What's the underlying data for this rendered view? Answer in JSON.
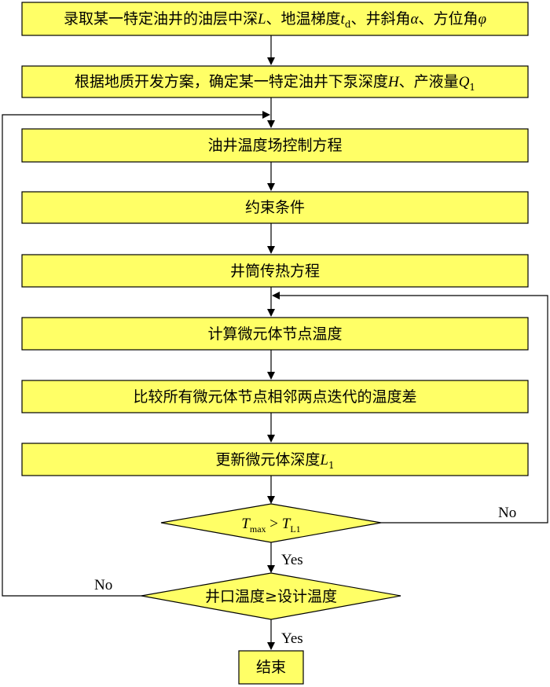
{
  "colors": {
    "fill": "#FFFF66",
    "stroke": "#000000",
    "line": "#000000"
  },
  "steps": [
    {
      "text": "录取某一特定油井的油层中深",
      "math": [
        {
          "t": "L",
          "i": true
        },
        {
          "t": "、地温梯度"
        },
        {
          "t": "t",
          "i": true
        },
        {
          "t": "d",
          "sub": true
        },
        {
          "t": "、井斜角"
        },
        {
          "t": "α",
          "i": true
        },
        {
          "t": "、方位角"
        },
        {
          "t": "φ",
          "i": true
        }
      ]
    },
    {
      "text": "根据地质开发方案，确定某一特定油井下泵深度",
      "math": [
        {
          "t": "H",
          "i": true
        },
        {
          "t": "、产液量"
        },
        {
          "t": "Q",
          "i": true
        },
        {
          "t": "1",
          "sub": true
        }
      ]
    },
    {
      "text": "油井温度场控制方程",
      "math": []
    },
    {
      "text": "约束条件",
      "math": []
    },
    {
      "text": "井筒传热方程",
      "math": []
    },
    {
      "text": "计算微元体节点温度",
      "math": []
    },
    {
      "text": "比较所有微元体节点相邻两点迭代的温度差",
      "math": []
    },
    {
      "text": "更新微元体深度",
      "math": [
        {
          "t": "L",
          "i": true
        },
        {
          "t": "1",
          "sub": true
        }
      ]
    }
  ],
  "decision1": {
    "left": "T",
    "left_sub": "max",
    "op": " > ",
    "right": "T",
    "right_sub": "L1"
  },
  "decision2": {
    "text": "井口温度≥设计温度"
  },
  "end": {
    "text": "结束"
  },
  "labels": {
    "yes1": "Yes",
    "no1": "No",
    "yes2": "Yes",
    "no2": "No"
  }
}
